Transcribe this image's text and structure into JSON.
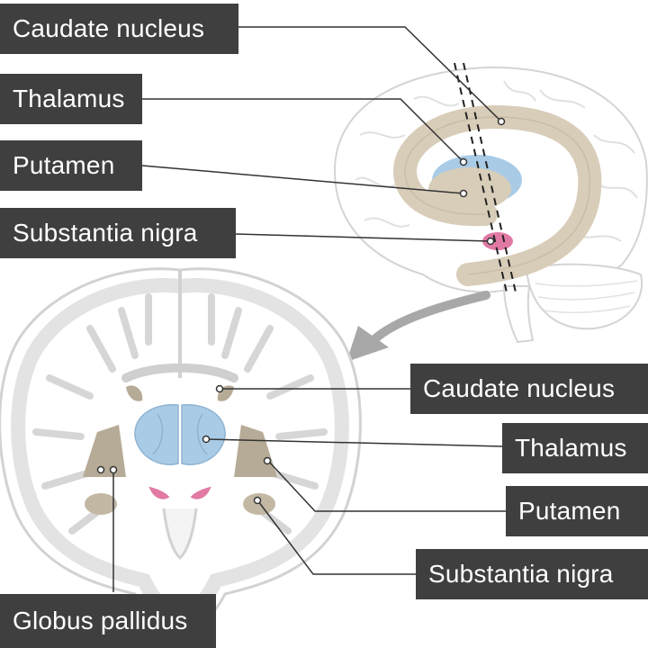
{
  "labels": {
    "top": {
      "caudate": "Caudate nucleus",
      "thalamus": "Thalamus",
      "putamen": "Putamen",
      "substantia": "Substantia nigra"
    },
    "bottom": {
      "caudate": "Caudate nucleus",
      "thalamus": "Thalamus",
      "putamen": "Putamen",
      "substantia": "Substantia nigra",
      "globus": "Globus pallidus"
    }
  },
  "colors": {
    "label_bg": "#3f3f3f",
    "label_text": "#ffffff",
    "caudate": "#d8cdb8",
    "thalamus": "#a9cbe6",
    "substantia": "#e07aa4",
    "brain_outline": "#d2d2d2",
    "leader_line": "#333333"
  }
}
